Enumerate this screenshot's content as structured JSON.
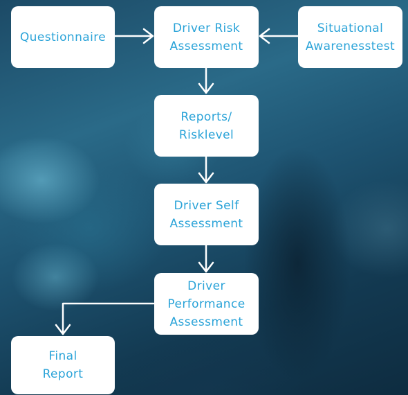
{
  "diagram": {
    "nodes": {
      "questionnaire": {
        "lines": [
          "Questionnaire"
        ]
      },
      "driver_risk": {
        "lines": [
          "Driver Risk",
          "Assessment"
        ]
      },
      "situational": {
        "lines": [
          "Situational",
          "Awarenesstest"
        ]
      },
      "reports": {
        "lines": [
          "Reports/",
          "Risklevel"
        ]
      },
      "self_assessment": {
        "lines": [
          "Driver Self",
          "Assessment"
        ]
      },
      "performance": {
        "lines": [
          "Driver",
          "Performance",
          "Assessment"
        ]
      },
      "final_report": {
        "lines": [
          "Final",
          "Report"
        ]
      }
    },
    "edges": [
      {
        "from": "questionnaire",
        "to": "driver_risk"
      },
      {
        "from": "situational",
        "to": "driver_risk"
      },
      {
        "from": "driver_risk",
        "to": "reports"
      },
      {
        "from": "reports",
        "to": "self_assessment"
      },
      {
        "from": "self_assessment",
        "to": "performance"
      },
      {
        "from": "performance",
        "to": "final_report"
      }
    ],
    "colors": {
      "box_fill": "#ffffff",
      "box_text": "#2aa3d8",
      "connector": "#ffffff"
    }
  }
}
